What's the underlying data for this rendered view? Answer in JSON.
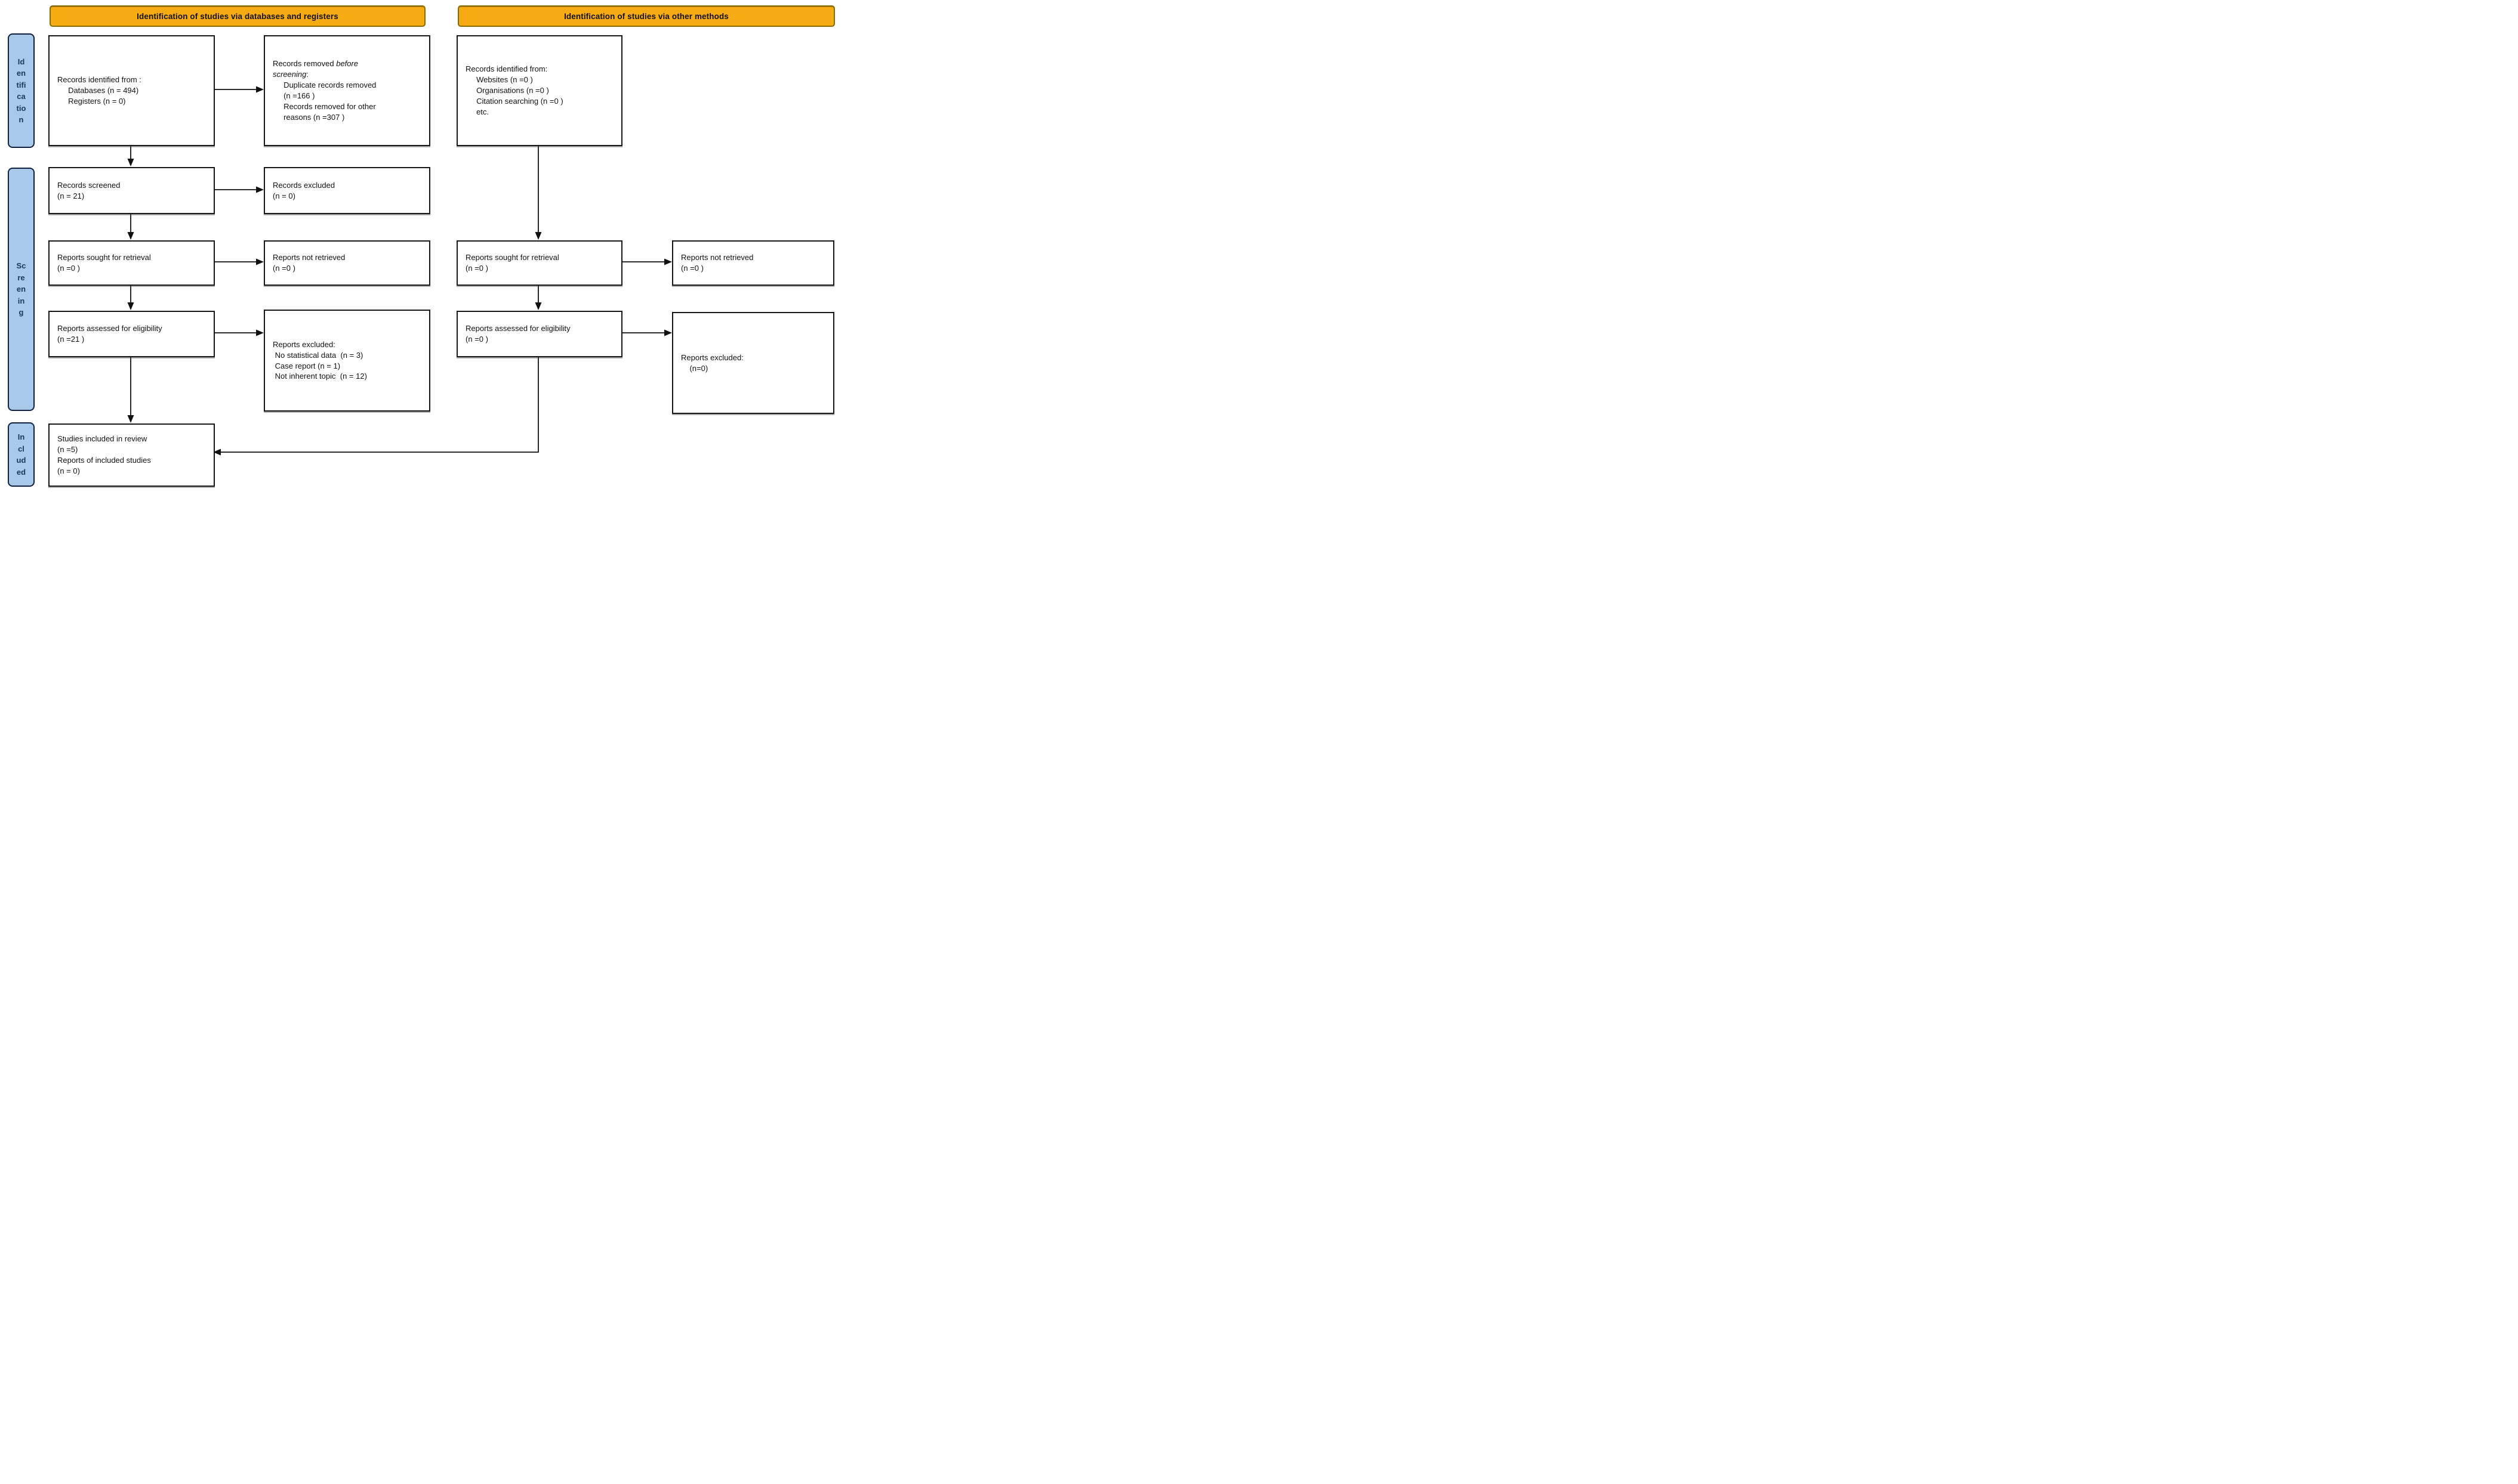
{
  "banners": {
    "left": "Identification of studies via databases and registers",
    "right": "Identification of studies via other methods"
  },
  "sidebar": {
    "identification": "Id\nen\ntifi\nca\ntio\nn",
    "screening": "Sc\nre\nen\nin\ng",
    "included": "In\ncl\nud\ned"
  },
  "colors": {
    "banner_fill": "#F7AB13",
    "sidebar_fill": "#A9C9EA",
    "sidebar_text": "#17375E",
    "box_border": "#161616",
    "arrow": "#111111"
  },
  "boxes": {
    "records_identified": "Records identified from :\n     Databases (n = 494)\n     Registers (n = 0)",
    "records_removed": {
      "pre": "Records removed ",
      "italic": "before\nscreening",
      "post": ":",
      "items": "\n     Duplicate records removed\n     (n =166 )\n     Records removed for other\n     reasons (n =307 )"
    },
    "other_identified": "Records identified from:\n     Websites (n =0 )\n     Organisations (n =0 )\n     Citation searching (n =0 )\n     etc.",
    "records_screened": "Records screened\n(n = 21)",
    "records_excluded": "Records excluded\n(n = 0)",
    "reports_sought": "Reports sought for retrieval\n(n =0 )",
    "reports_not_retrieved": "Reports not retrieved\n(n =0 )",
    "reports_assessed": "Reports assessed for eligibility\n(n =21 )",
    "reports_excluded": "Reports excluded:\n No statistical data  (n = 3)\n Case report (n = 1)\n Not inherent topic  (n = 12)",
    "other_reports_sought": "Reports sought for retrieval\n(n =0 )",
    "other_reports_not_retrieved": "Reports not retrieved\n(n =0 )",
    "other_reports_assessed": "Reports assessed for eligibility\n(n =0 )",
    "other_reports_excluded": "Reports excluded:\n    (n=0)",
    "studies_included": "Studies included in review\n(n =5)\nReports of included studies\n(n = 0)"
  }
}
